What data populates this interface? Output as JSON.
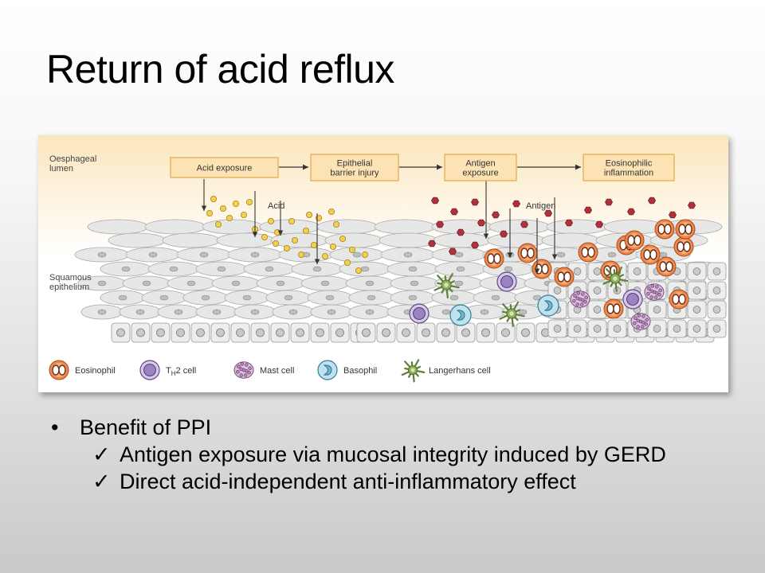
{
  "slide": {
    "title": "Return of acid reflux"
  },
  "figure": {
    "region_lumen": "Oesphageal\nlumen",
    "region_epithelium": "Squamous\nepithelium",
    "flow": [
      {
        "label": "Acid exposure"
      },
      {
        "label": "Epithelial\nbarrier injury"
      },
      {
        "label": "Antigen\nexposure"
      },
      {
        "label": "Eosinophilic\ninflammation"
      }
    ],
    "acid_label": "Acid",
    "antigen_label": "Antigen",
    "legend": [
      {
        "icon": "eosinophil-icon",
        "label": "Eosinophil"
      },
      {
        "icon": "th2-cell-icon",
        "label": "T",
        "sub": "H",
        "suffix": "2 cell"
      },
      {
        "icon": "mast-cell-icon",
        "label": "Mast cell"
      },
      {
        "icon": "basophil-icon",
        "label": "Basophil"
      },
      {
        "icon": "langerhans-cell-icon",
        "label": "Langerhans cell"
      }
    ],
    "colors": {
      "lumen_band": "#fbe9c4",
      "box_fill": "#fde3b3",
      "box_stroke": "#e3a94a",
      "acid_dot": "#f2cf55",
      "antigen": "#b2323b",
      "eosinophil": "#f0874a",
      "th2": "#9b84c0",
      "mast": "#b58ab7",
      "basophil": "#6fb7cf",
      "langerhans": "#8faf5f"
    }
  },
  "bullets": {
    "main": {
      "symbol": "•",
      "text": "Benefit of PPI"
    },
    "sub": [
      {
        "symbol": "✓",
        "text": "Antigen exposure via mucosal integrity induced by GERD"
      },
      {
        "symbol": "✓",
        "text": "Direct acid-independent anti-inflammatory effect"
      }
    ]
  }
}
